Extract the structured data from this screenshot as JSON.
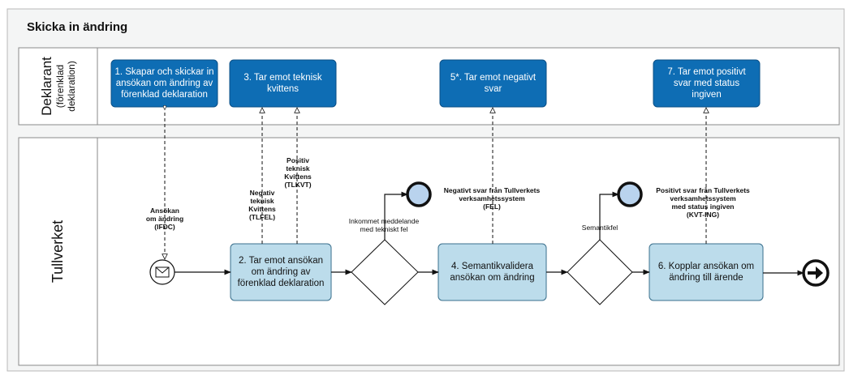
{
  "title": "Skicka in ändring",
  "lanes": {
    "declarant": {
      "name": "Deklarant",
      "sub1": "(förenklad",
      "sub2": "deklaration)"
    },
    "customs": {
      "name": "Tullverket"
    }
  },
  "tasks": {
    "t1": "1. Skapar och skickar in ansökan om ändring av förenklad deklaration",
    "t3": "3. Tar emot teknisk kvittens",
    "t5": "5*. Tar emot negativt svar",
    "t7": "7. Tar emot positivt svar med status ingiven",
    "t2": "2. Tar emot ansökan om ändring av förenklad deklaration",
    "t4": "4. Semantikvalidera ansökan om ändring",
    "t6": "6. Kopplar ansökan om ändring till ärende"
  },
  "messages": {
    "ifdc": "Ansökan\nom ändring\n(IFDC)",
    "tlfel": "Negativ\nteknisk\nKvittens\n(TLFEL)",
    "tlkvt": "Positiv\nteknisk\nKvittens\n(TLKVT)",
    "fel": "Negativt svar från Tullverkets\nverksamhetssystem\n(FEL)",
    "kvt_ing": "Positivt svar från Tullverkets\nverksamhetssystem\nmed status ingiven\n(KVT-ING)"
  },
  "conditions": {
    "technical_error": "Inkommet meddelande\nmed tekniskt fel",
    "semantic_error": "Semantikfel"
  },
  "colors": {
    "task_blue": "#0e6db4",
    "task_blue_border": "#0b4f86",
    "task_light": "#bcdceb",
    "task_light_border": "#3a6f8c",
    "end_fill": "#b9d3ee",
    "lane_border": "#8a8a8a",
    "canvas_bg": "#f4f5f5"
  }
}
